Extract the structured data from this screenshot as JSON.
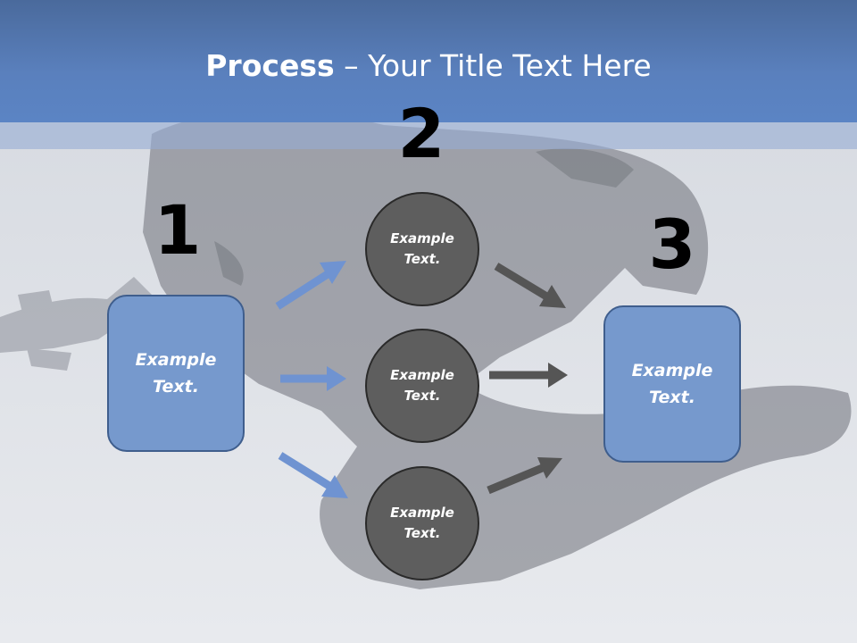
{
  "slide": {
    "title_bold": "Process",
    "title_rest": " – Your Title Text Here"
  },
  "steps": [
    {
      "number": "1",
      "label": "Example Text."
    },
    {
      "number": "2",
      "label": ""
    },
    {
      "number": "3",
      "label": "Example Text."
    }
  ],
  "circles": [
    {
      "label": "Example Text."
    },
    {
      "label": "Example Text."
    },
    {
      "label": "Example Text."
    }
  ],
  "colors": {
    "header": "#5a80bd",
    "box_fill": "#7699cd",
    "circle_fill": "#5e5e5e",
    "arrow_blue": "#6f93d1",
    "arrow_gray": "#555555"
  }
}
